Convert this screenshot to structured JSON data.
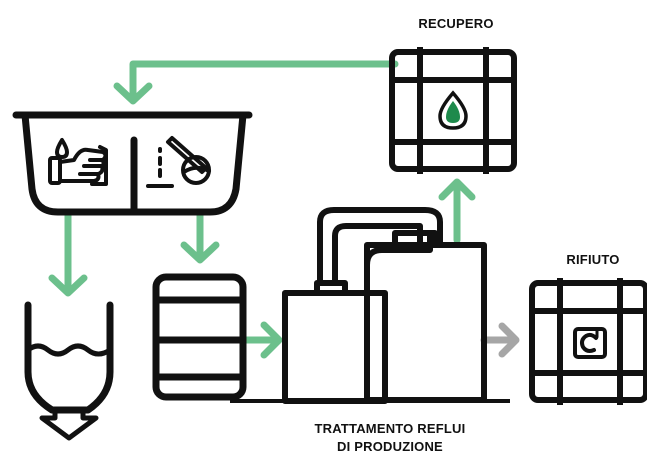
{
  "labels": {
    "recupero": "RECUPERO",
    "rifiuto": "RIFIUTO",
    "trattamento_line1": "TRATTAMENTO REFLUI",
    "trattamento_line2": "DI PRODUZIONE"
  },
  "colors": {
    "outline": "#111111",
    "flow_arrow": "#6cc08c",
    "waste_arrow": "#a6a6a6",
    "drop": "#1e8a4c",
    "background": "#ffffff"
  },
  "icons": {
    "sink": "sink-icon",
    "hand_wash": "hand-wash-icon",
    "lab_flask": "lab-flask-icon",
    "funnel": "funnel-icon",
    "barrel": "barrel-icon",
    "treatment_plant": "treatment-plant-icon",
    "recovery_drum": "recovery-drum-icon",
    "water_drop": "water-drop-icon",
    "waste_drum": "waste-drum-icon",
    "recycle": "recycle-icon"
  }
}
